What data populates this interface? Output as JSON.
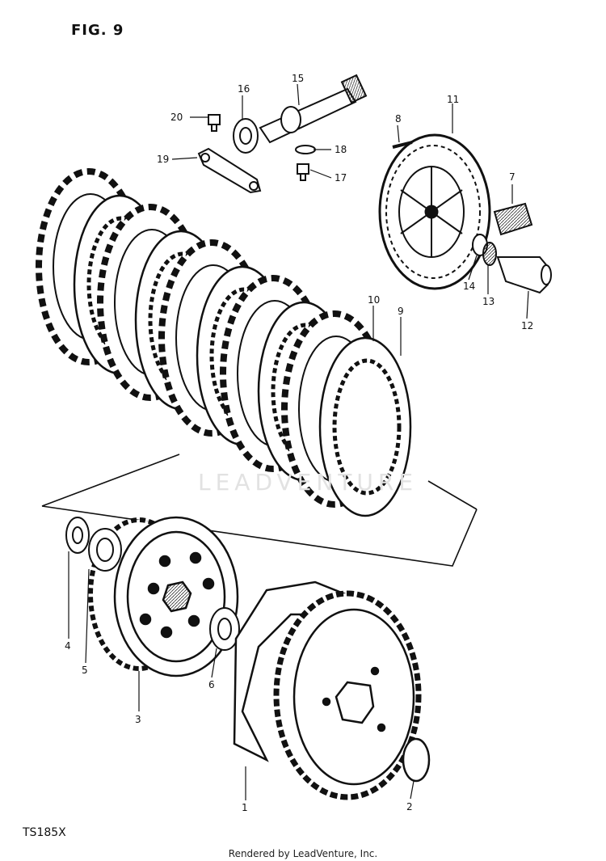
{
  "figure_title": "FIG. 9",
  "model": "TS185X",
  "credit": "Rendered by LeadVenture, Inc.",
  "watermark": "LEADVENTURE",
  "callouts": {
    "p1": "1",
    "p2": "2",
    "p3": "3",
    "p4": "4",
    "p5": "5",
    "p6": "6",
    "p7": "7",
    "p8": "8",
    "p9": "9",
    "p10": "10",
    "p11": "11",
    "p12": "12",
    "p13": "13",
    "p14": "14",
    "p15": "15",
    "p16": "16",
    "p17": "17",
    "p18": "18",
    "p19": "19",
    "p20": "20"
  }
}
